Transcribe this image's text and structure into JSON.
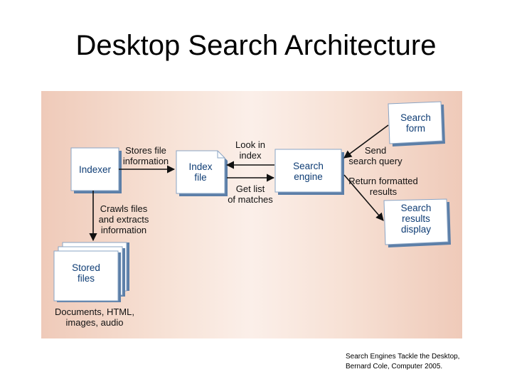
{
  "slide": {
    "title": "Desktop Search Architecture",
    "citation": "Search Engines Tackle the Desktop,\nBernard Cole, Computer 2005."
  },
  "diagram": {
    "nodes": {
      "indexer": "Indexer",
      "index_file": "Index\nfile",
      "search_engine": "Search\nengine",
      "search_form": "Search\nform",
      "search_results_display": "Search\nresults\ndisplay",
      "stored_files": "Stored\nfiles"
    },
    "labels": {
      "stores_file_information": "Stores file\ninformation",
      "look_in_index": "Look in\nindex",
      "get_list_of_matches": "Get list\nof matches",
      "send_search_query": "Send\nsearch query",
      "return_formatted_results": "Return formatted\nresults",
      "crawls_files": "Crawls files\nand extracts\ninformation",
      "documents_caption": "Documents, HTML,\nimages, audio"
    },
    "colors": {
      "node_fill": "#ffffff",
      "node_text": "#0f3d75",
      "node_shadow": "#5c7fa8",
      "arrow": "#111111",
      "background_edge": "#efcab9",
      "background_center": "#fbefe9"
    }
  }
}
